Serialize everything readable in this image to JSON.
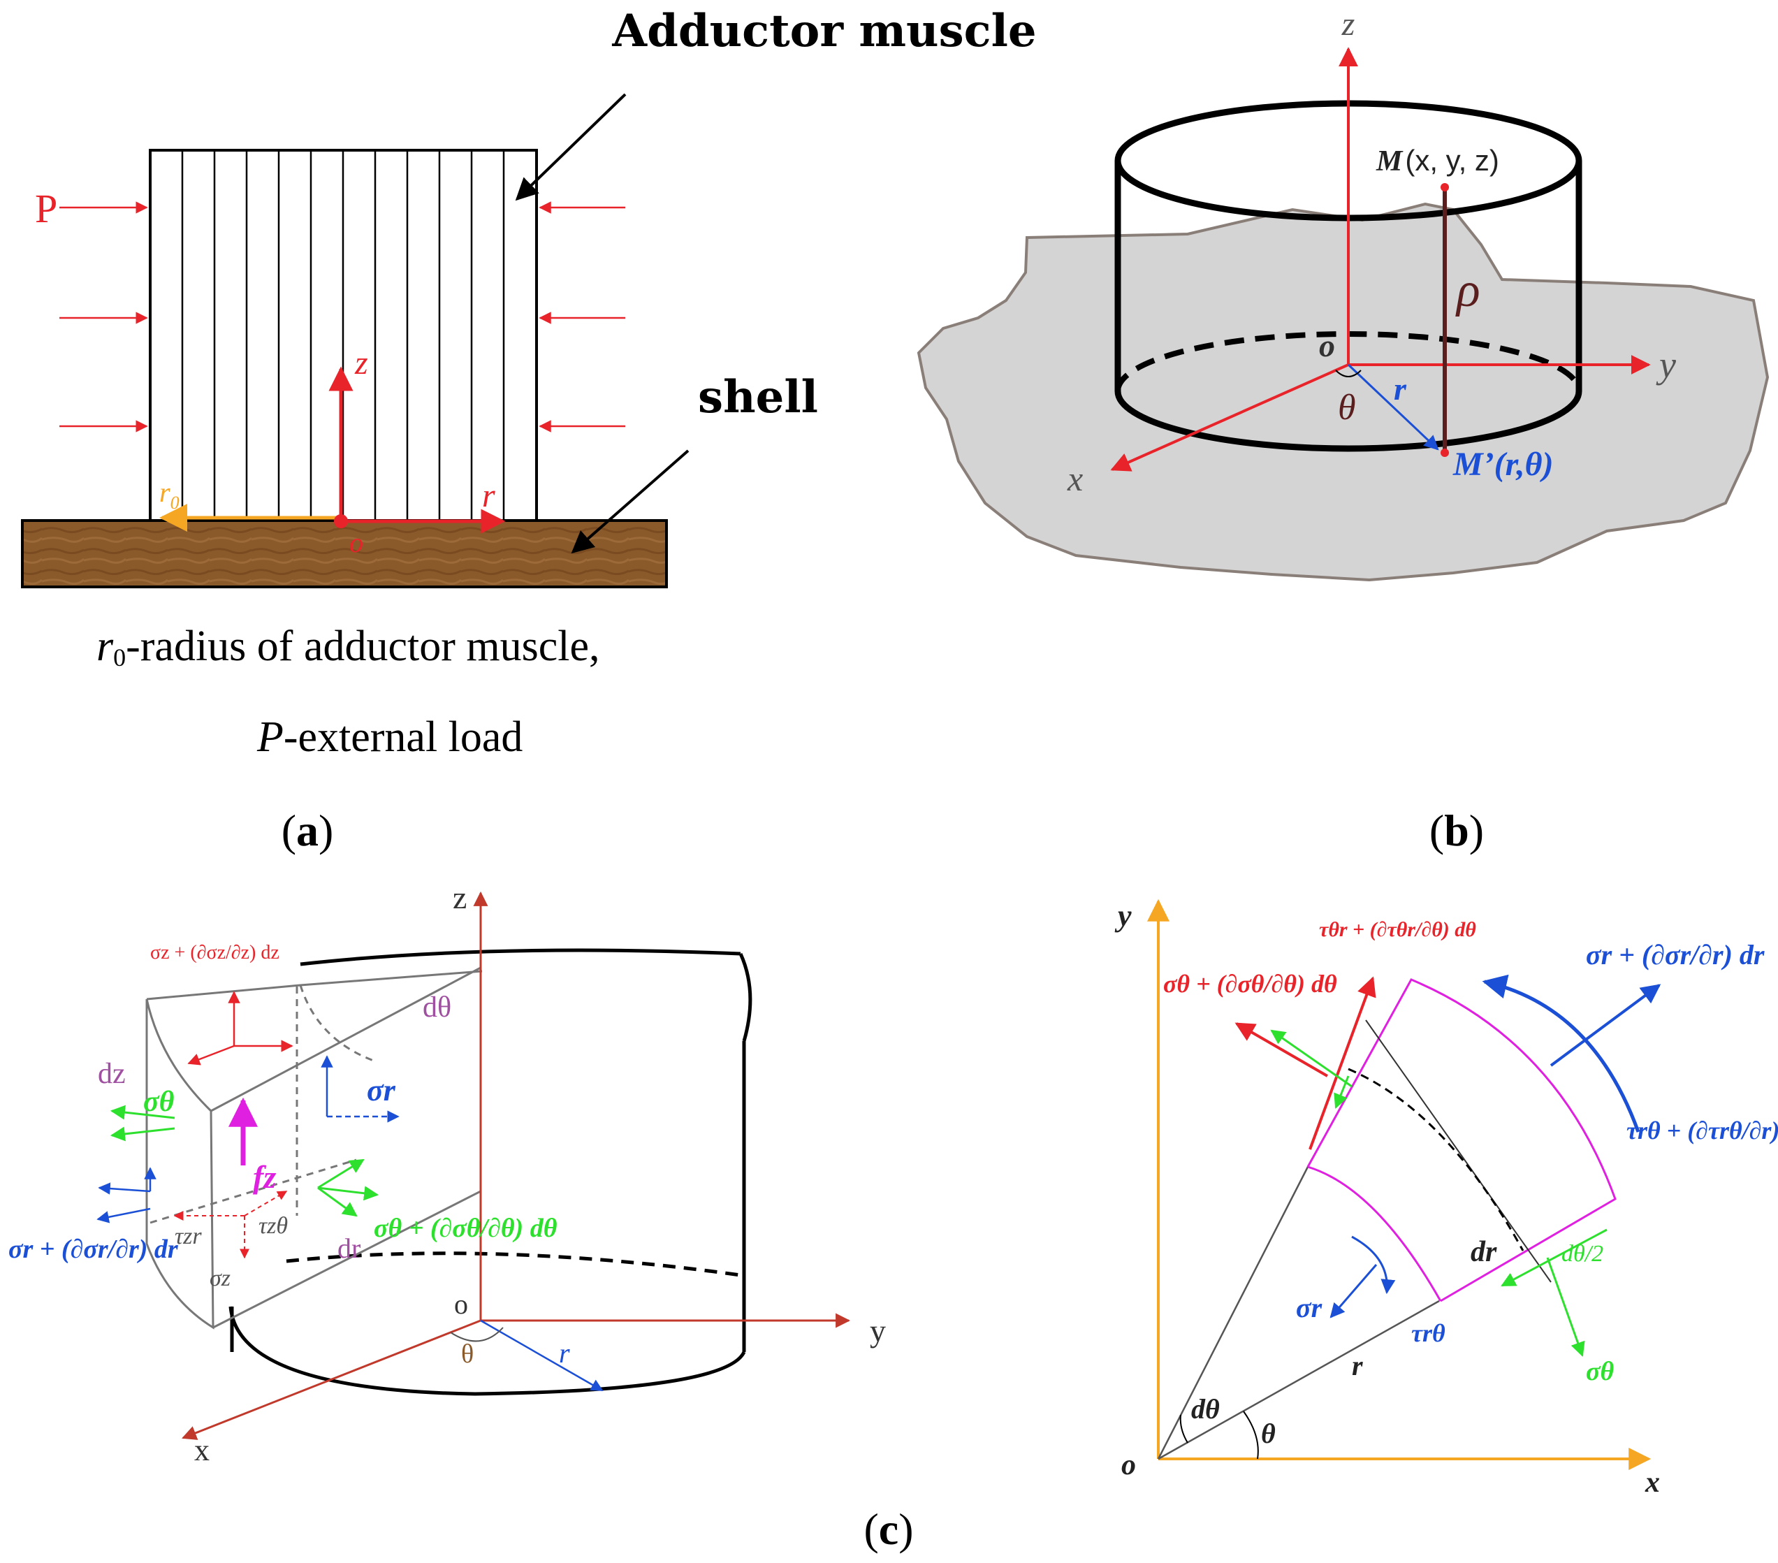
{
  "colors": {
    "red": "#e8232a",
    "blue": "#1a4fd6",
    "green": "#2ee02e",
    "magenta": "#e020e0",
    "orange": "#f5a623",
    "shell": "#8b5a2b",
    "ground": "#d4d4d4"
  },
  "panel_a": {
    "label_open": "(",
    "label_letter": "a",
    "label_close": ")",
    "title_adductor": "Adductor muscle",
    "title_shell": "shell",
    "load_P": "P",
    "axis_z": "z",
    "axis_r": "r",
    "axis_r0_base": "r",
    "axis_r0_sub": "0",
    "origin": "o",
    "caption1_r": "r",
    "caption1_sub": "0",
    "caption1_rest": "-radius of adductor muscle,",
    "caption2_P": "P",
    "caption2_rest": "-external load"
  },
  "panel_b": {
    "label_open": "(",
    "label_letter": "b",
    "label_close": ")",
    "axis_z": "z",
    "axis_y": "y",
    "axis_x": "x",
    "origin": "o",
    "point_M": "M",
    "point_M_coords": "(x, y, z)",
    "rho": "ρ",
    "theta": "θ",
    "r": "r",
    "point_Mprime": "M’(r,θ)"
  },
  "panel_c": {
    "label_open": "(",
    "label_letter": "c",
    "label_close": ")",
    "left": {
      "axis_z": "z",
      "axis_y": "y",
      "axis_x": "x",
      "origin": "o",
      "theta": "θ",
      "r": "r",
      "dtheta": "dθ",
      "dz": "dz",
      "dr": "dr",
      "sigma_theta": "σθ",
      "sigma_r": "σr",
      "f_z": "fz",
      "tau_zr": "τzr",
      "tau_ztheta": "τzθ",
      "sigma_z": "σz",
      "sigma_z_plus": "σz + (∂σz/∂z) dz",
      "sigma_r_plus": "σr + (∂σr/∂r) dr",
      "sigma_theta_plus": "σθ + (∂σθ/∂θ) dθ"
    },
    "right": {
      "axis_y": "y",
      "axis_x": "x",
      "origin": "o",
      "dtheta": "dθ",
      "theta": "θ",
      "r": "r",
      "dr": "dr",
      "dtheta_half": "dθ/2",
      "sigma_r": "σr",
      "sigma_theta": "σθ",
      "tau_rtheta": "τrθ",
      "tau_theta_r_plus": "τθr + (∂τθr/∂θ) dθ",
      "sigma_theta_plus": "σθ + (∂σθ/∂θ) dθ",
      "sigma_r_plus": "σr + (∂σr/∂r) dr",
      "tau_rtheta_plus": "τrθ + (∂τrθ/∂r) dr"
    }
  }
}
